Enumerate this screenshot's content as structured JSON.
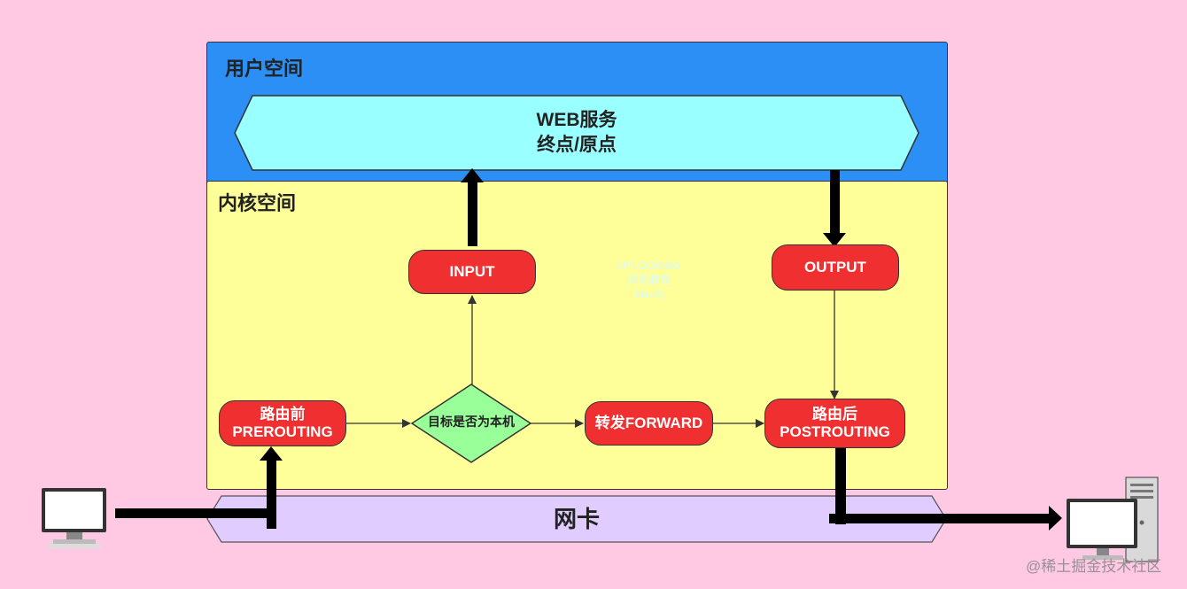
{
  "regions": {
    "user_space": "用户空间",
    "kernel_space": "内核空间"
  },
  "web_service": {
    "line1": "WEB服务",
    "line2": "终点/原点"
  },
  "nodes": {
    "input": "INPUT",
    "output": "OUTPUT",
    "prerouting_line1": "路由前",
    "prerouting_line2": "PREROUTING",
    "decision": "目标是否为本机",
    "forward": "转发FORWARD",
    "postrouting_line1": "路由后",
    "postrouting_line2": "POSTROUTING"
  },
  "nic": "网卡",
  "faint_watermark": {
    "line1": "UPLOOKING",
    "line2": "尚观教育",
    "line3": "Xiao马"
  },
  "footer_watermark": "@稀土掘金技术社区",
  "colors": {
    "background": "#ffc9e3",
    "user_space": "#2b8ff5",
    "kernel_space": "#ffff99",
    "web_service": "#99ffff",
    "node_red": "#f03030",
    "decision_green": "#99ff99",
    "nic_purple": "#e0ccff"
  },
  "icons": [
    "computer-monitor-icon",
    "desktop-tower-icon"
  ]
}
